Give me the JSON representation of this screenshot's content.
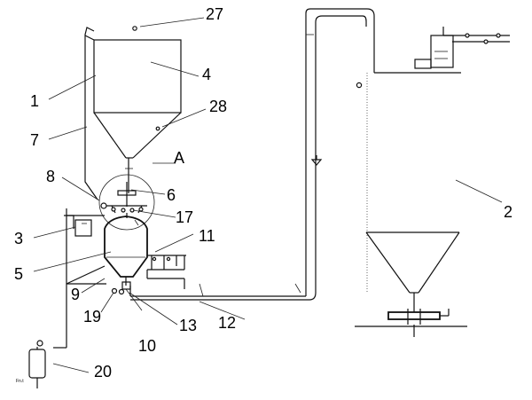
{
  "labels": {
    "l1": "1",
    "l2": "2",
    "l3": "3",
    "l4": "4",
    "l5": "5",
    "l6": "6",
    "l7": "7",
    "l8": "8",
    "l9": "9",
    "l10": "10",
    "l11": "11",
    "l12": "12",
    "l13": "13",
    "l17": "17",
    "l19": "19",
    "l20": "20",
    "l27": "27",
    "l28": "28",
    "lA": "A"
  },
  "small_text": {
    "tank_bottom_marking": "Fn.t"
  }
}
